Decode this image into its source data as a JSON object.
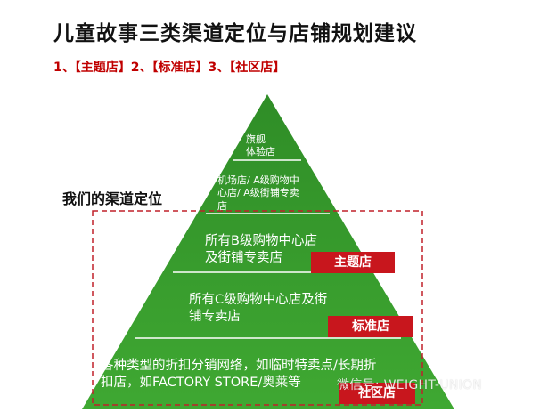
{
  "title": "儿童故事三类渠道定位与店铺规划建议",
  "subtitle": "1、【主题店】2、【标准店】3、【社区店】",
  "side_label": "我们的渠道定位",
  "tiers": [
    {
      "lines": [
        "旗舰",
        "体验店"
      ]
    },
    {
      "lines": [
        "机场店/ A级购物中",
        "心店/ A级街铺专卖",
        "店"
      ]
    },
    {
      "lines": [
        "所有B级购物中心店",
        "及街铺专卖店"
      ],
      "tag": "主题店"
    },
    {
      "lines": [
        "所有C级购物中心店及街",
        "铺专卖店"
      ],
      "tag": "标准店"
    },
    {
      "lines": [
        "各种类型的折扣分销网络，如临时特卖点/长期折",
        "扣店，如FACTORY STORE/奥莱等"
      ],
      "tag": "社区店"
    }
  ],
  "watermark": "微信号: WEIGHT-UNION",
  "colors": {
    "pyramid_top": "#2f8d27",
    "pyramid_bottom": "#3fa832",
    "tag_red": "#c8161d",
    "dash_red": "#c0202a",
    "subtitle_red": "#c00000"
  }
}
